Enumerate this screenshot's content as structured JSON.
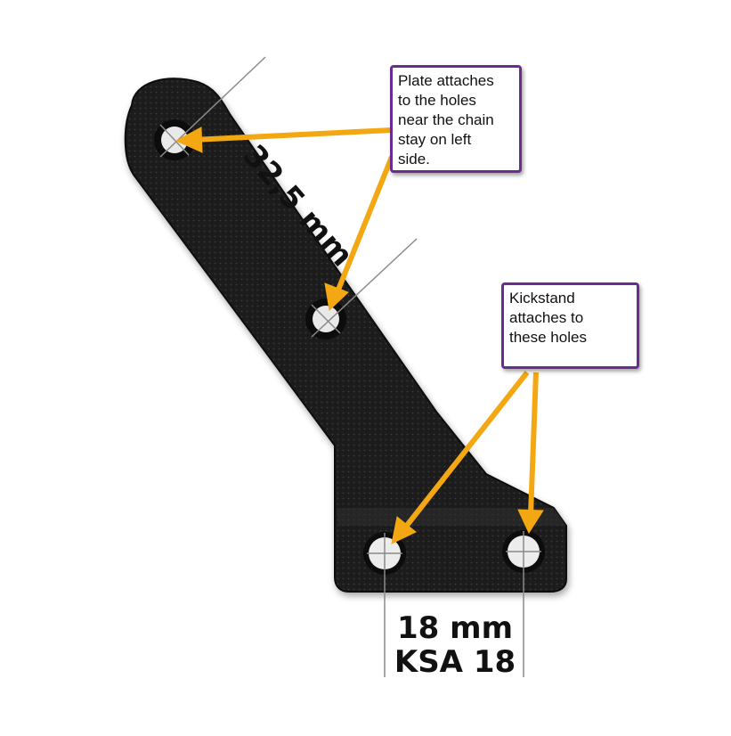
{
  "callouts": {
    "plate": "Plate attaches\nto the holes\nnear the chain\nstay on left\nside.",
    "kickstand": "Kickstand\nattaches to\nthese holes"
  },
  "dimensions": {
    "hole_spacing": "32,5 mm",
    "bolt_spacing": "18 mm",
    "model": "KSA 18"
  },
  "colors": {
    "plate": "#1e1e1e",
    "arrow": "#f3a712",
    "callout_border": "#6a2c8e",
    "center_line": "#8a8a8a"
  }
}
